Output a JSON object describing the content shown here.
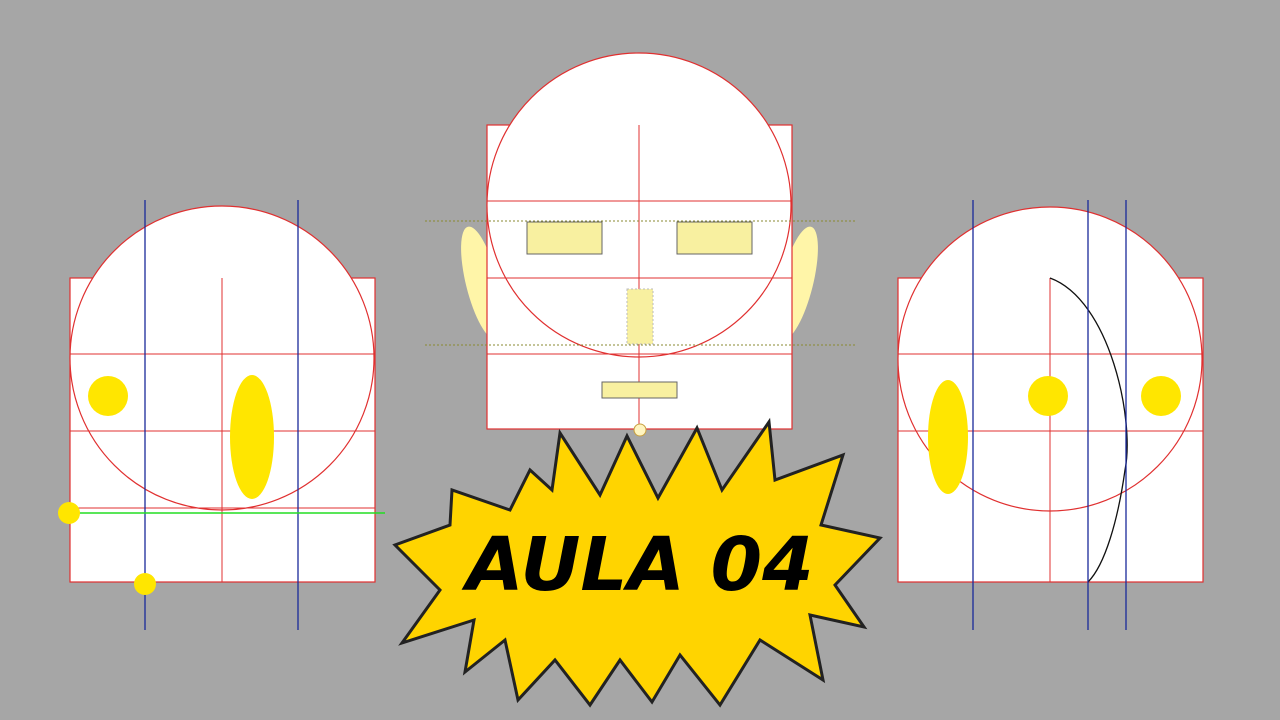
{
  "canvas": {
    "background": "#a6a6a6"
  },
  "colors": {
    "construction_line": "#e03030",
    "guide_line": "#1a2a9a",
    "highlight_line": "#22dd22",
    "feature_fill": "#f8f0a0",
    "feature_stroke": "#666666",
    "marker_fill": "#ffe600",
    "ear_fill": "#fff5a8",
    "burst_fill": "#ffd400",
    "burst_stroke": "#222222",
    "face_fill": "#ffffff"
  },
  "badge": {
    "title": "AULA 04",
    "shape": "starburst"
  },
  "views": {
    "left": "profile-construction",
    "center": "front-construction",
    "right": "profile-construction-mirrored"
  }
}
